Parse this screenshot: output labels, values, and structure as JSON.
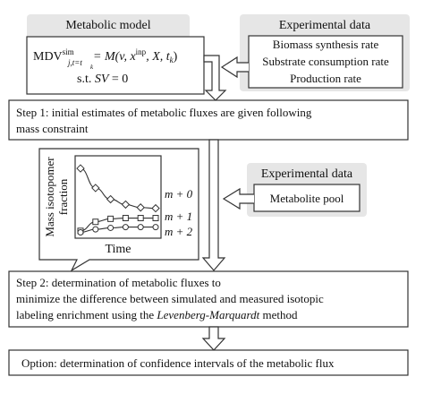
{
  "metabolic_model": {
    "header": "Metabolic model",
    "equation_lhs_base": "MDV",
    "equation_lhs_sup": "sim",
    "equation_lhs_sub": "j,t=t",
    "equation_lhs_subsub": "k",
    "equation_rhs_pre": " = M(v, x",
    "equation_rhs_sup": "inp",
    "equation_rhs_post": ", X, t",
    "equation_rhs_sub": "k",
    "equation_rhs_close": ")",
    "constraint_pre": "s.t. ",
    "constraint_italic": "SV",
    "constraint_post": " = 0"
  },
  "experimental_data_1": {
    "header": "Experimental data",
    "items": [
      "Biomass synthesis rate",
      "Substrate consumption rate",
      "Production rate"
    ]
  },
  "step1": {
    "line1": "Step 1: initial estimates of metabolic fluxes are given following",
    "line2": "mass constraint"
  },
  "isotopomer_chart": {
    "ylabel_line1": "Mass isotopomer",
    "ylabel_line2": "fraction",
    "xlabel": "Time",
    "series_labels": [
      "m + 0",
      "m + 1",
      "m + 2"
    ]
  },
  "chart_data": {
    "type": "line",
    "title": "",
    "xlabel": "Time",
    "ylabel": "Mass isotopomer fraction",
    "series": [
      {
        "name": "m + 0",
        "marker": "diamond",
        "values": [
          0.88,
          0.62,
          0.47,
          0.4,
          0.36,
          0.35
        ]
      },
      {
        "name": "m + 1",
        "marker": "square",
        "values": [
          0.05,
          0.17,
          0.21,
          0.22,
          0.22,
          0.22
        ]
      },
      {
        "name": "m + 2",
        "marker": "circle",
        "values": [
          0.03,
          0.07,
          0.09,
          0.1,
          0.1,
          0.1
        ]
      }
    ],
    "x": [
      1,
      2,
      3,
      4,
      5,
      6
    ],
    "ylim": [
      0,
      1
    ],
    "axis_ticks_labeled": false,
    "grid": false
  },
  "experimental_data_2": {
    "header": "Experimental data",
    "item": "Metabolite pool"
  },
  "step2": {
    "line1": "Step 2: determination of metabolic fluxes to",
    "line2": "minimize the difference between simulated and measured isotopic",
    "line3_pre": "labeling enrichment using the ",
    "line3_italic": "Levenberg-Marquardt",
    "line3_post": " method"
  },
  "option": {
    "text": "Option: determination of confidence intervals of the metabolic flux"
  },
  "colors": {
    "header_fill": "#e6e6e6",
    "box_stroke": "#333333",
    "arrow_stroke": "#333333",
    "background": "#ffffff"
  }
}
